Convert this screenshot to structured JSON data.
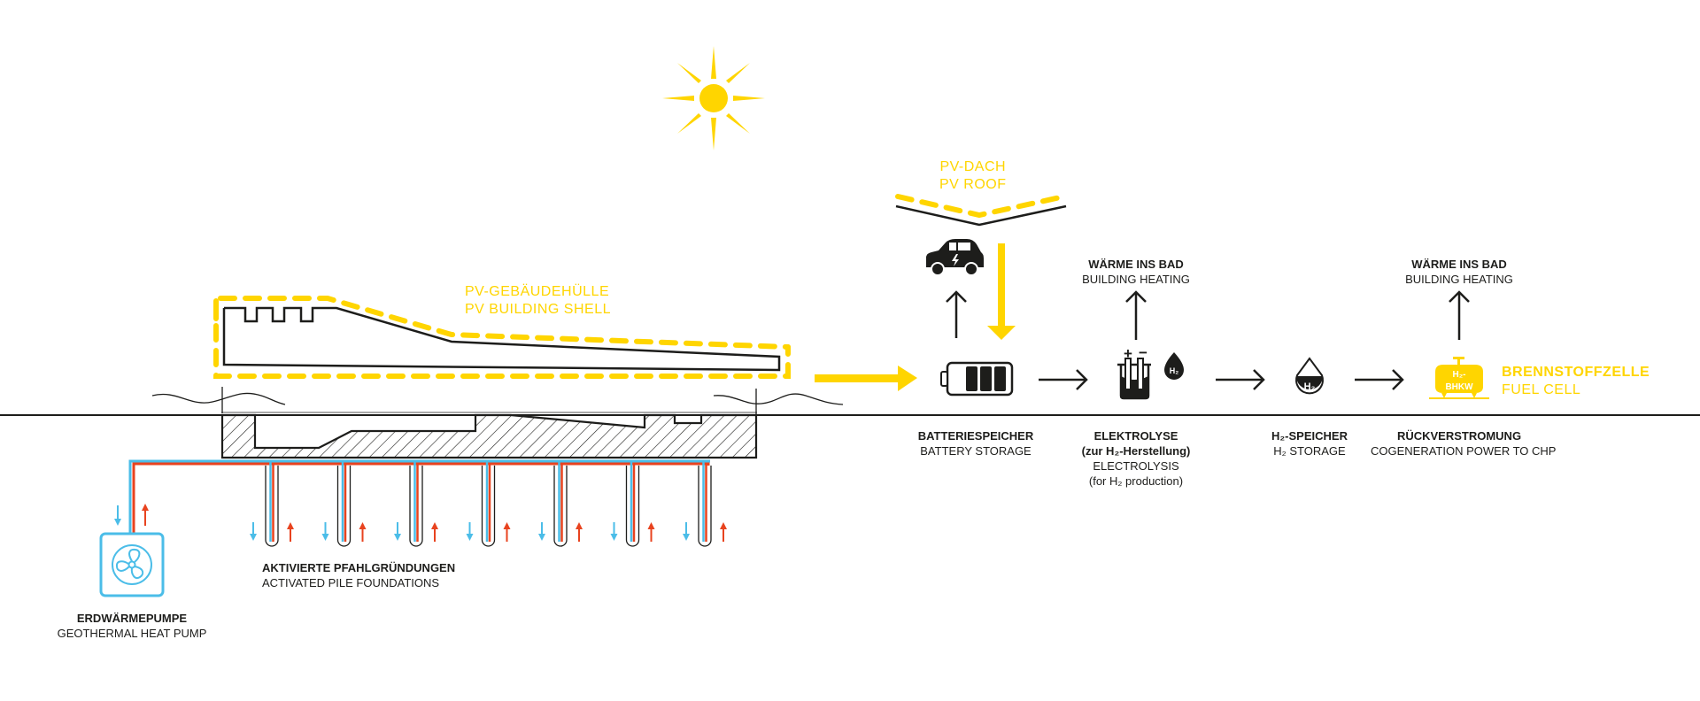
{
  "colors": {
    "yellow": "#ffd500",
    "black": "#1d1d1b",
    "blue": "#4bbde8",
    "red": "#e8431f",
    "background": "#ffffff"
  },
  "icons": [
    "sun-icon",
    "car-icon",
    "battery-icon",
    "electrolysis-icon",
    "h2-drop-icon",
    "h2-storage-icon",
    "fuel-cell-bhkw-icon",
    "heat-pump-fan-icon"
  ],
  "pv_roof": {
    "de": "PV-DACH",
    "en": "PV ROOF"
  },
  "pv_shell": {
    "de": "PV-GEBÄUDEHÜLLE",
    "en": "PV BUILDING SHELL"
  },
  "fuel_cell": {
    "de": "BRENNSTOFFZELLE",
    "en": "FUEL CELL",
    "icon_line1": "H₂-",
    "icon_line2": "BHKW"
  },
  "heating_1": {
    "de": "WÄRME INS BAD",
    "en": "BUILDING HEATING"
  },
  "heating_2": {
    "de": "WÄRME INS BAD",
    "en": "BUILDING HEATING"
  },
  "battery": {
    "de": "BATTERIESPEICHER",
    "en": "BATTERY STORAGE"
  },
  "electrolysis": {
    "de": "ELEKTROLYSE",
    "de2": "(zur H₂-Herstellung)",
    "en": "ELECTROLYSIS",
    "en2": "(for H₂ production)",
    "plus": "+",
    "minus": "−",
    "drop_label": "H₂"
  },
  "h2_storage": {
    "de": "H₂-SPEICHER",
    "en": "H₂ STORAGE",
    "icon_label": "H₂"
  },
  "reconversion": {
    "de": "RÜCKVERSTROMUNG",
    "en": "COGENERATION POWER TO CHP"
  },
  "piles": {
    "de": "AKTIVIERTE PFAHLGRÜNDUNGEN",
    "en": "ACTIVATED PILE FOUNDATIONS",
    "count": 7
  },
  "heat_pump": {
    "de": "ERDWÄRMEPUMPE",
    "en": "GEOTHERMAL HEAT PUMP"
  }
}
